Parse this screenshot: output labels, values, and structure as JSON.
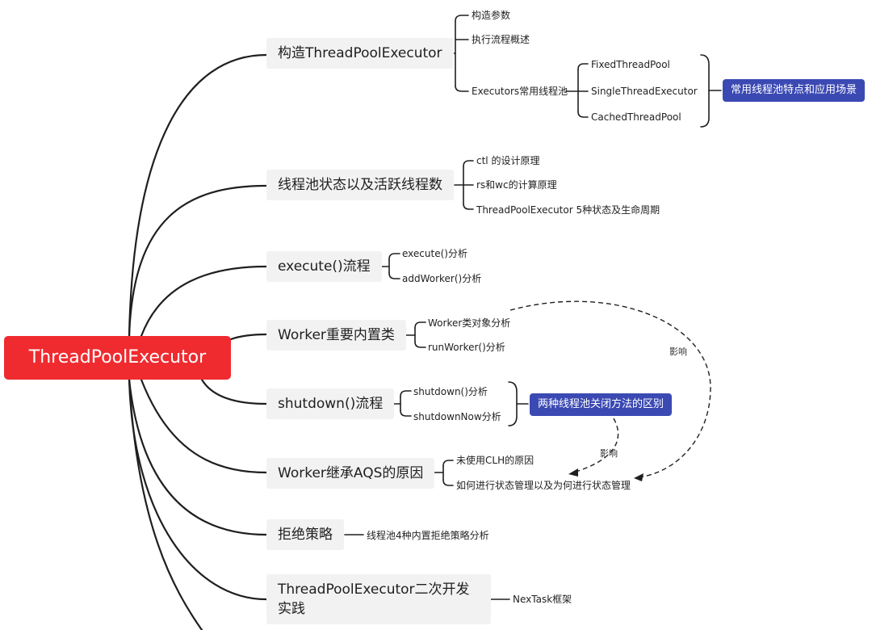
{
  "root": {
    "label": "ThreadPoolExecutor"
  },
  "branches": [
    {
      "label": "构造ThreadPoolExecutor",
      "children": [
        "构造参数",
        "执行流程概述",
        "Executors常用线程池"
      ]
    },
    {
      "label": "线程池状态以及活跃线程数",
      "children": [
        "ctl 的设计原理",
        "rs和wc的计算原理",
        "ThreadPoolExecutor 5种状态及生命周期"
      ]
    },
    {
      "label": "execute()流程",
      "children": [
        "execute()分析",
        "addWorker()分析"
      ]
    },
    {
      "label": "Worker重要内置类",
      "children": [
        "Worker类对象分析",
        "runWorker()分析"
      ]
    },
    {
      "label": "shutdown()流程",
      "children": [
        "shutdown()分析",
        "shutdownNow分析"
      ]
    },
    {
      "label": "Worker继承AQS的原因",
      "children": [
        "未使用CLH的原因",
        "如何进行状态管理以及为何进行状态管理"
      ]
    },
    {
      "label": "拒绝策略",
      "children": [
        "线程池4种内置拒绝策略分析"
      ]
    },
    {
      "label": "ThreadPoolExecutor二次开发实践",
      "children": [
        "NexTask框架"
      ]
    }
  ],
  "executors_children": [
    "FixedThreadPool",
    "SingleThreadExecutor",
    "CachedThreadPool"
  ],
  "summaries": {
    "executors": "常用线程池特点和应用场景",
    "shutdown": "两种线程池关闭方法的区别"
  },
  "relationships": {
    "label_1": "影响",
    "label_2": "影响"
  }
}
